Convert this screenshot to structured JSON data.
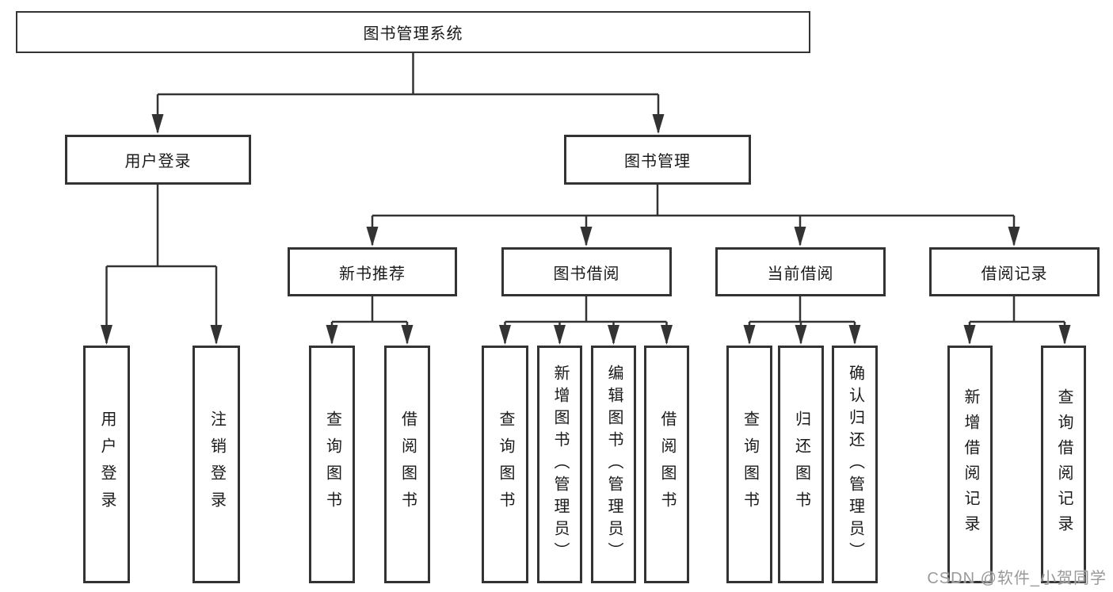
{
  "tree": {
    "root": {
      "label": "图书管理系统",
      "children": [
        {
          "label": "用户登录",
          "children": [
            {
              "label": "用户登录"
            },
            {
              "label": "注销登录"
            }
          ]
        },
        {
          "label": "图书管理",
          "children": [
            {
              "label": "新书推荐",
              "children": [
                {
                  "label": "查询图书"
                },
                {
                  "label": "借阅图书"
                }
              ]
            },
            {
              "label": "图书借阅",
              "children": [
                {
                  "label": "查询图书"
                },
                {
                  "label": "新增图书（管理员）"
                },
                {
                  "label": "编辑图书（管理员）"
                },
                {
                  "label": "借阅图书"
                }
              ]
            },
            {
              "label": "当前借阅",
              "children": [
                {
                  "label": "查询图书"
                },
                {
                  "label": "归还图书"
                },
                {
                  "label": "确认归还（管理员）"
                }
              ]
            },
            {
              "label": "借阅记录",
              "children": [
                {
                  "label": "新增借阅记录"
                },
                {
                  "label": "查询借阅记录"
                }
              ]
            }
          ]
        }
      ]
    }
  },
  "watermark": {
    "text": "CSDN @软件_小贺同学"
  },
  "colors": {
    "line": "#333333",
    "border": "#333333",
    "text": "#1a1a1a",
    "background": "#ffffff",
    "watermark": "#999999"
  }
}
